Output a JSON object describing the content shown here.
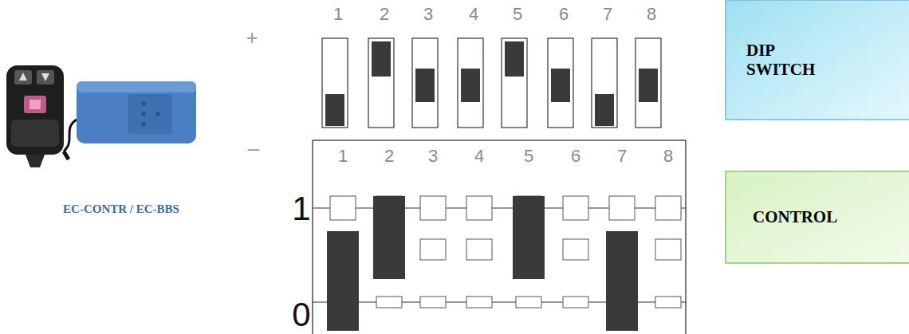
{
  "diagram": {
    "nodes": [
      {
        "text": [
          "DIP SWITCH"
        ]
      },
      {
        "text": [
          "CONTROL"
        ]
      }
    ],
    "labels": [
      "EC-CONTR / EC-BBS",
      "+",
      "–",
      "1",
      "2",
      "3",
      "4",
      "5",
      "6",
      "7",
      "8",
      "1",
      "0",
      "1",
      "2",
      "3",
      "4",
      "5",
      "6",
      "7",
      "8"
    ]
  }
}
